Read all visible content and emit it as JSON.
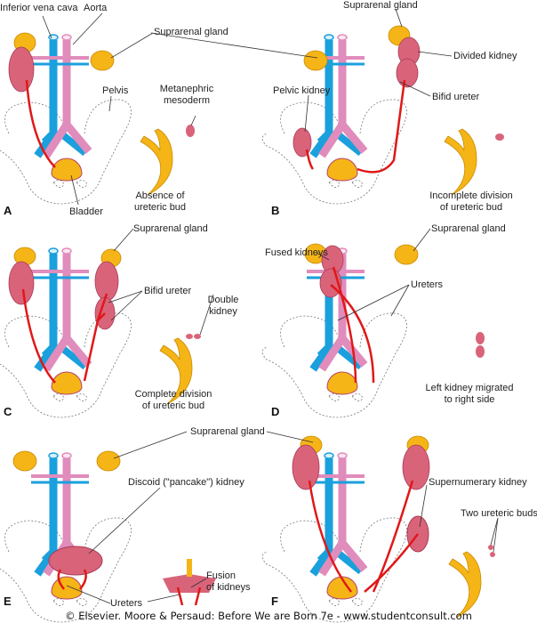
{
  "colors": {
    "vein": "#1aa0dc",
    "artery": "#e08cbc",
    "kidney": "#d9647a",
    "gland": "#f5b516",
    "ureter": "#e01818",
    "pelvis": "#777777"
  },
  "panels": {
    "A": {
      "letter": "A",
      "ivc": "Inferior vena cava",
      "aorta": "Aorta",
      "suprarenal": "Suprarenal gland",
      "pelvis": "Pelvis",
      "meta1": "Metanephric",
      "meta2": "mesoderm",
      "cap1": "Absence of",
      "cap2": "ureteric bud",
      "bladder": "Bladder"
    },
    "B": {
      "letter": "B",
      "suprarenal": "Suprarenal gland",
      "divided": "Divided kidney",
      "pelvic": "Pelvic kidney",
      "bifid": "Bifid ureter",
      "cap1": "Incomplete division",
      "cap2": "of ureteric bud"
    },
    "C": {
      "letter": "C",
      "suprarenal": "Suprarenal gland",
      "bifid": "Bifid ureter",
      "double1": "Double",
      "double2": "kidney",
      "cap1": "Complete division",
      "cap2": "of ureteric bud"
    },
    "D": {
      "letter": "D",
      "suprarenal": "Suprarenal gland",
      "fused": "Fused kidneys",
      "ureters": "Ureters",
      "cap1": "Left kidney migrated",
      "cap2": "to right side"
    },
    "E": {
      "letter": "E",
      "suprarenal": "Suprarenal gland",
      "discoid": "Discoid (\"pancake\") kidney",
      "fusion1": "Fusion",
      "fusion2": "of kidneys",
      "ureters": "Ureters"
    },
    "F": {
      "letter": "F",
      "supernumerary": "Supernumerary kidney",
      "buds": "Two ureteric buds"
    }
  },
  "footer": "© Elsevier. Moore & Persaud: Before We are Born 7e - www.studentconsult.com"
}
